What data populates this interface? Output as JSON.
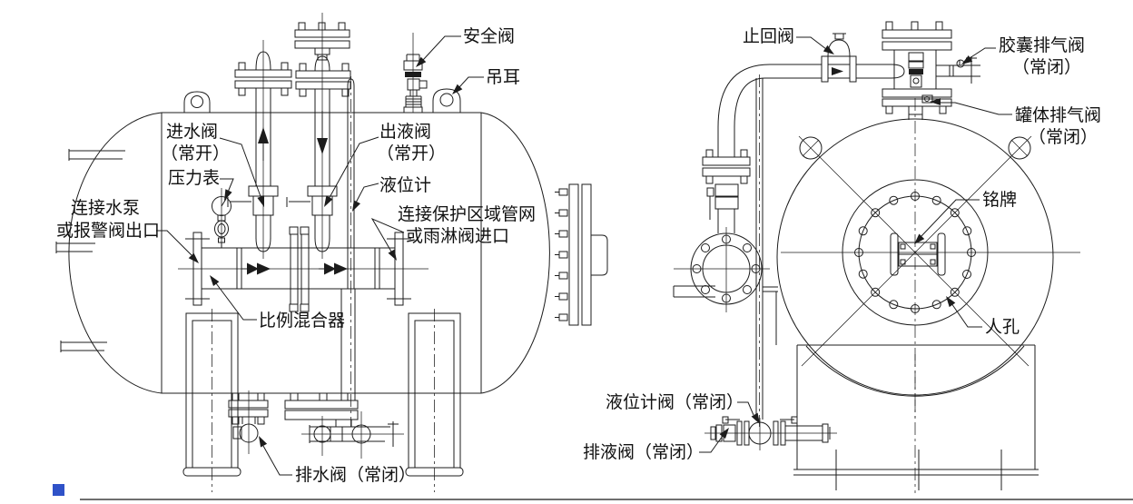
{
  "colors": {
    "line": "#1c1c1c",
    "accent_blue": "#2f52c8",
    "bottom_rule": "#3f3f3f"
  },
  "labels": {
    "safety_valve": "安全阀",
    "lifting_lug": "吊耳",
    "inlet_valve": [
      "进水阀",
      "（常开）"
    ],
    "pressure_gauge": "压力表",
    "outlet_valve": [
      "出液阀",
      "（常开）"
    ],
    "level_gauge": "液位计",
    "pump_connection": [
      "连接水泵",
      "或报警阀出口"
    ],
    "network_connection": [
      "连接保护区域管网",
      "或雨淋阀进口"
    ],
    "proportioner": "比例混合器",
    "drain_valve": "排水阀（常闭）",
    "check_valve": "止回阀",
    "bladder_vent": [
      "胶囊排气阀",
      "（常闭）"
    ],
    "tank_vent": [
      "罐体排气阀",
      "（常闭）"
    ],
    "nameplate": "铭牌",
    "manhole": "人孔",
    "level_gauge_valve": "液位计阀（常闭）",
    "liquid_drain_valve": "排液阀（常闭）"
  }
}
